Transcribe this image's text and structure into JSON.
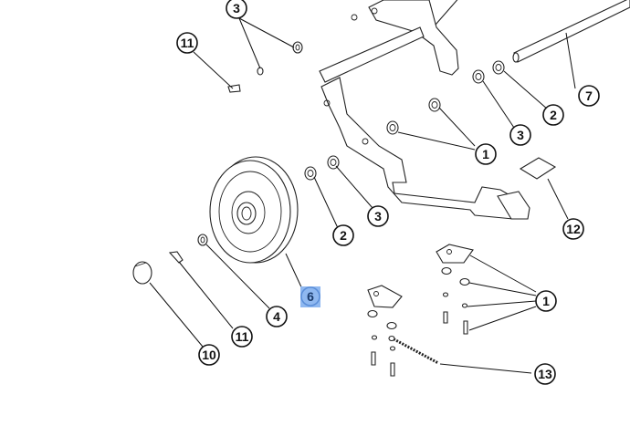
{
  "highlight": {
    "label": "6",
    "fill": "#8fb8f0",
    "stroke": "#5b8ed8"
  },
  "callouts": [
    {
      "id": "c3-top",
      "label": "3"
    },
    {
      "id": "c11-top",
      "label": "11"
    },
    {
      "id": "c7",
      "label": "7"
    },
    {
      "id": "c2-right",
      "label": "2"
    },
    {
      "id": "c3-right",
      "label": "3"
    },
    {
      "id": "c1-mid",
      "label": "1"
    },
    {
      "id": "c3-mid",
      "label": "3"
    },
    {
      "id": "c2-mid",
      "label": "2"
    },
    {
      "id": "c12",
      "label": "12"
    },
    {
      "id": "c1-low",
      "label": "1"
    },
    {
      "id": "c4",
      "label": "4"
    },
    {
      "id": "c11-low",
      "label": "11"
    },
    {
      "id": "c10",
      "label": "10"
    },
    {
      "id": "c13",
      "label": "13"
    }
  ]
}
